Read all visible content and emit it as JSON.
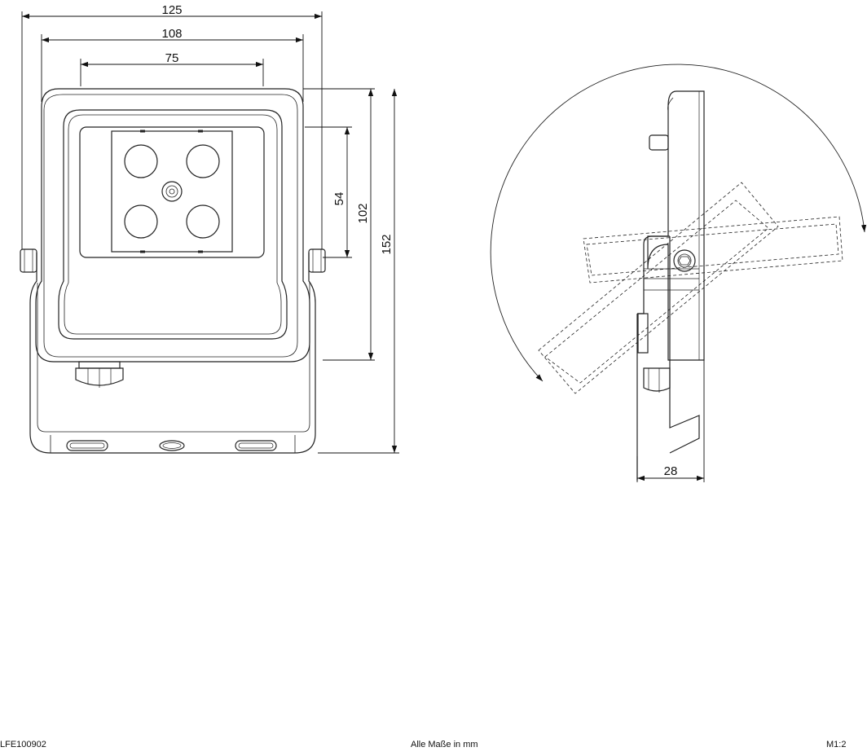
{
  "front_view": {
    "dimensions": {
      "width_overall": "125",
      "width_body": "108",
      "width_led_plate": "75",
      "height_led_plate": "54",
      "height_body": "102",
      "height_overall": "152"
    }
  },
  "side_view": {
    "dimensions": {
      "depth": "28"
    }
  },
  "footer": {
    "article_number": "LFE100902",
    "units_note": "Alle Maße in mm",
    "scale": "M1:2"
  }
}
